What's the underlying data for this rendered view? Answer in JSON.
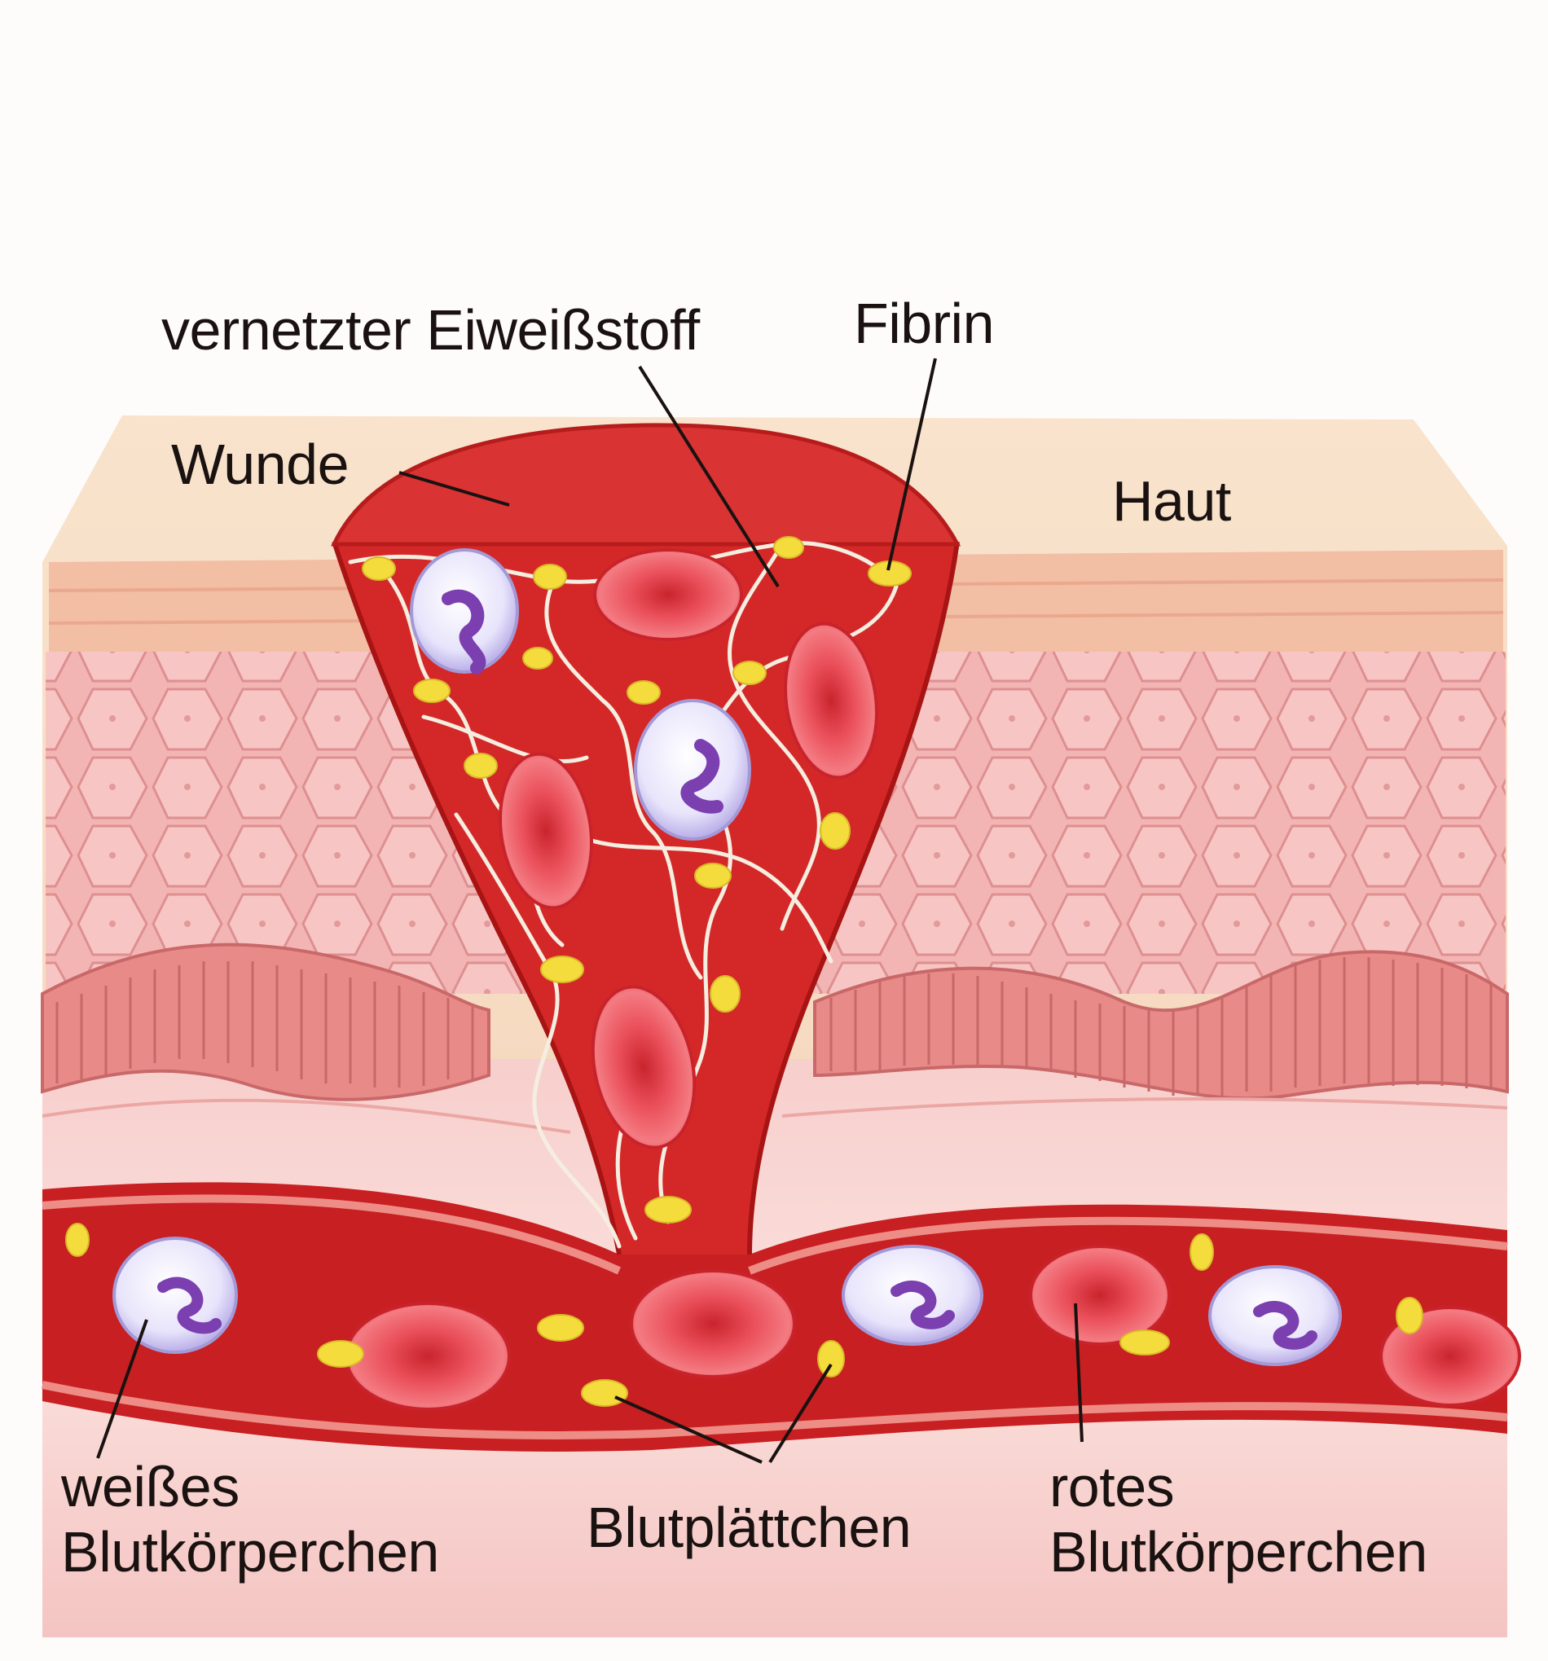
{
  "labels": {
    "protein": "vernetzter Eiweißstoff",
    "fibrin": "Fibrin",
    "wound": "Wunde",
    "skin": "Haut",
    "wbc": [
      "weißes",
      "Blutkörperchen"
    ],
    "platelets": "Blutplättchen",
    "rbc": [
      "rotes",
      "Blutkörperchen"
    ]
  },
  "colors": {
    "skin_top": "#f6dcc4",
    "epidermis_band": "#f1b9a0",
    "cell_layer": "#f3b4b4",
    "basal_layer": "#e98c8c",
    "dermis": "#f6cccc",
    "blood": "#d42828",
    "blood_dark": "#b71818",
    "red_cell": "#e9525a",
    "white_cell": "#e9e6fa",
    "white_cell_nucleus": "#8b4fb8",
    "platelet": "#f4dc3c",
    "fibrin_strand": "#f5eede"
  },
  "icons": [
    "red-blood-cell-icon",
    "white-blood-cell-icon",
    "platelet-icon",
    "fibrin-strand-icon"
  ]
}
